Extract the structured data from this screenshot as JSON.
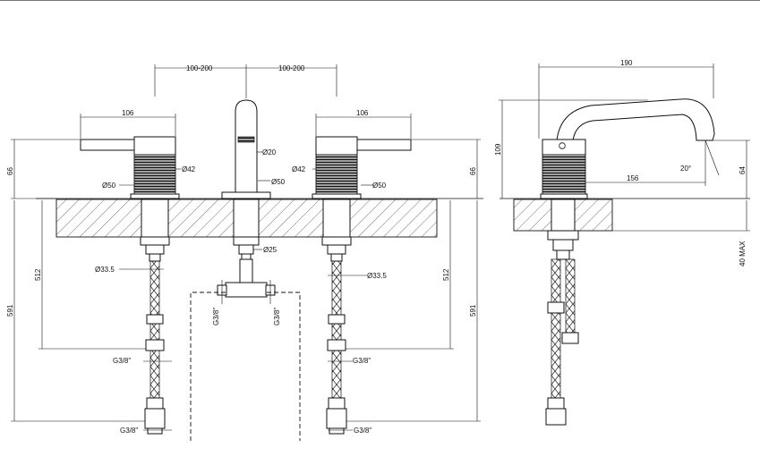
{
  "dimensions": {
    "spacing_left": "100-200",
    "spacing_right": "100-200",
    "handle_length_left": "106",
    "handle_length_right": "106",
    "height_left": "66",
    "height_right": "66",
    "dia_spout_outlet": "20",
    "dia_handle_left": "42",
    "dia_handle_right": "42",
    "dia_base_left": "50",
    "dia_base_center": "50",
    "dia_base_right": "50",
    "dia_center_shank": "25",
    "dia_left_shank": "33.5",
    "dia_right_shank": "33.5",
    "hose_length_left": "512",
    "hose_length_right": "512",
    "total_length_left": "591",
    "total_length_right": "591",
    "thread_center_left": "G3/8\"",
    "thread_center_right": "G3/8\"",
    "thread_left_mid": "G3/8\"",
    "thread_right_mid": "G3/8\"",
    "thread_left_bottom": "G3/8\"",
    "thread_right_bottom": "G3/8\"",
    "side_width": "190",
    "side_height": "109",
    "side_reach": "156",
    "side_angle": "20°",
    "side_outlet_height": "64",
    "side_deck_max": "40 MAX"
  },
  "diameter_symbol": "Ø"
}
